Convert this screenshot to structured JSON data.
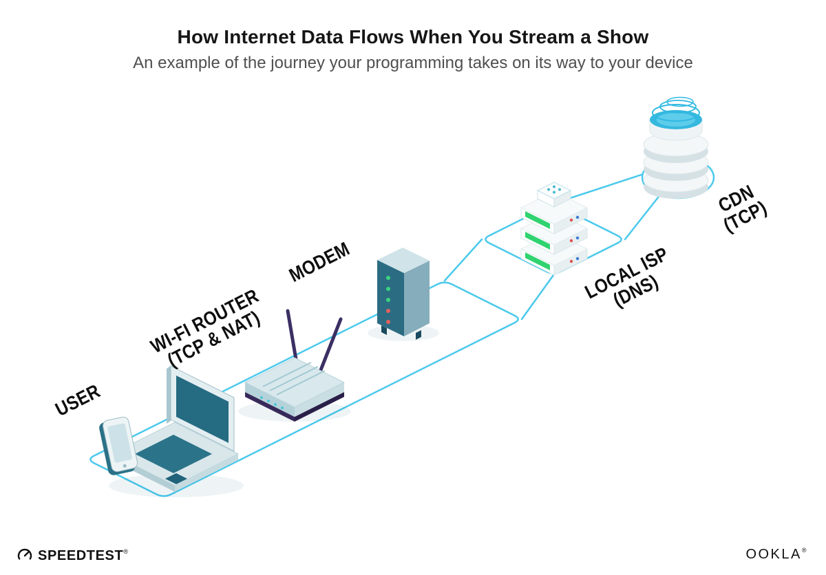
{
  "header": {
    "title": "How Internet Data Flows When You Stream a Show",
    "subtitle": "An example of the journey your programming takes on its way to your device"
  },
  "diagram": {
    "nodes": [
      {
        "id": "user",
        "label": "USER"
      },
      {
        "id": "wifi-router",
        "label": "WI-FI ROUTER",
        "sublabel": "(TCP & NAT)"
      },
      {
        "id": "modem",
        "label": "MODEM"
      },
      {
        "id": "local-isp",
        "label": "LOCAL ISP",
        "sublabel": "(DNS)"
      },
      {
        "id": "cdn",
        "label": "CDN",
        "sublabel": "(TCP)"
      }
    ],
    "palette": {
      "path_blue": "#4AC9EC",
      "device_teal_dark": "#2C6C83",
      "device_teal_mid": "#2A7187",
      "device_light": "#D8E8EC",
      "antenna_navy": "#3C2F63",
      "led_green": "#3BD47F",
      "led_red": "#E2615C",
      "server_green": "#2FD36F",
      "cdn_cyan": "#35B8DE",
      "title_text": "#161616",
      "subtitle_text": "#4F4F4F"
    }
  },
  "footer": {
    "speedtest_label": "SPEEDTEST",
    "speedtest_mark": "®",
    "ookla_label": "OOKLA",
    "ookla_mark": "®"
  }
}
